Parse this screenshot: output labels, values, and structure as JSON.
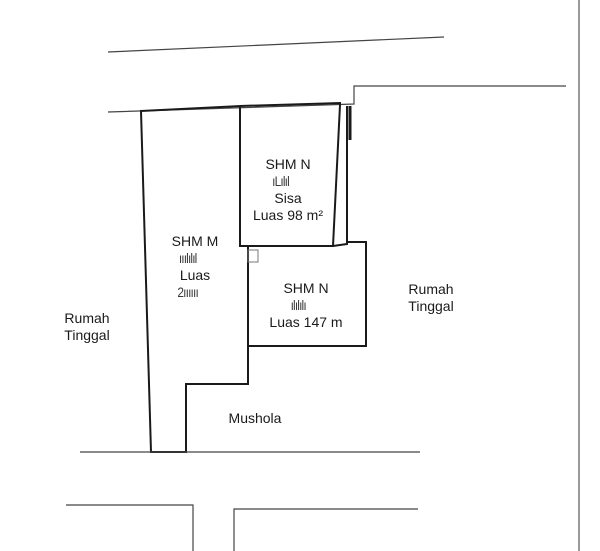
{
  "colors": {
    "stroke": "#1a1a1a",
    "thin_stroke": "#444444",
    "text": "#1a1a1a",
    "background": "#ffffff"
  },
  "labels": {
    "parcel_remaining": {
      "line1_prefix": "SHM N",
      "line1_redacted": "ıLılıl",
      "line2": "Sisa",
      "line3": "Luas 98 m²"
    },
    "parcel_main": {
      "line1_prefix": "SHM M",
      "line1_redacted": "ııılılıl",
      "line2_prefix": "Luas ",
      "line2_redacted": "2ıııııı"
    },
    "parcel_split": {
      "line1_prefix": "SHM N",
      "line1_redacted": "ılılılı",
      "line2": "Luas 147 m"
    },
    "left_neighbor": {
      "line1": "Rumah",
      "line2": "Tinggal"
    },
    "right_neighbor": {
      "line1": "Rumah",
      "line2": "Tinggal"
    },
    "bottom_neighbor": {
      "line1": "Mushola"
    }
  }
}
